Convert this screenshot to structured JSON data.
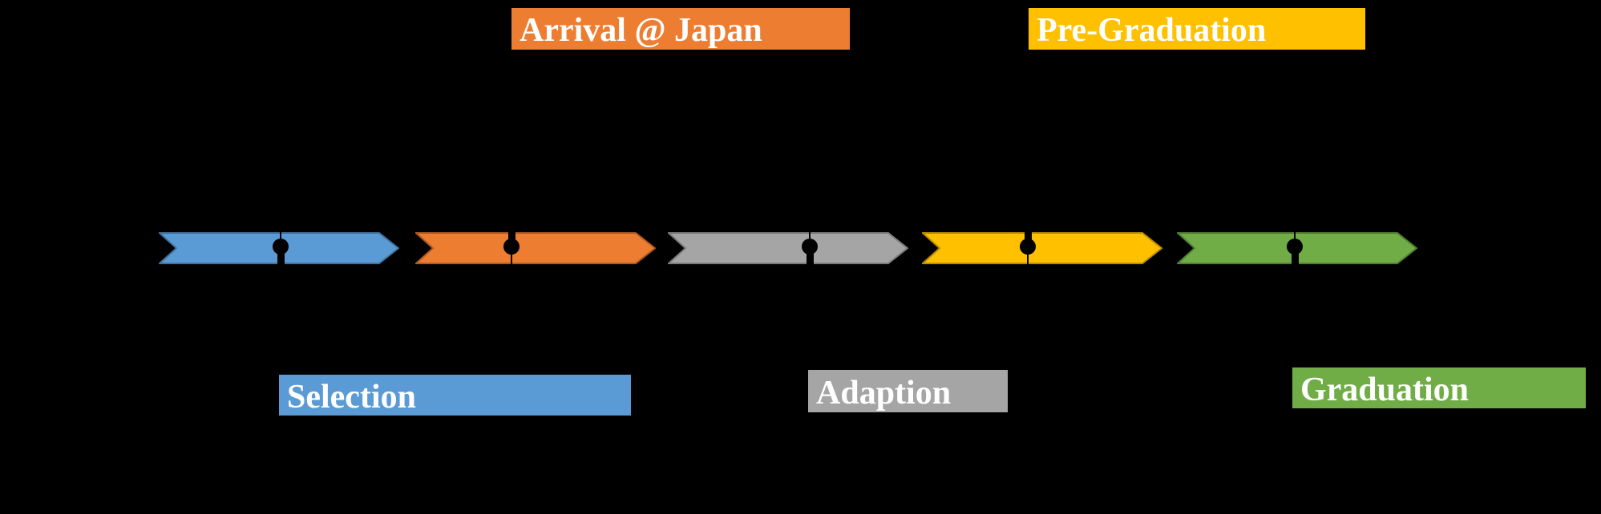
{
  "background_color": "#000000",
  "text_color": "#FFFFFF",
  "marker_color": "#000000",
  "timeline": {
    "milestones": [
      {
        "label": "Selection",
        "label_position": "below",
        "color": "#5B9BD5",
        "border_color": "#41719C"
      },
      {
        "label": "Arrival @ Japan",
        "label_position": "above",
        "color": "#ED7D31",
        "border_color": "#AE5A21"
      },
      {
        "label": "Adaption",
        "label_position": "below",
        "color": "#A5A5A5",
        "border_color": "#7B7B7B"
      },
      {
        "label": "Pre-Graduation",
        "label_position": "above",
        "color": "#FFC000",
        "border_color": "#BC8C00"
      },
      {
        "label": "Graduation",
        "label_position": "below",
        "color": "#70AD47",
        "border_color": "#507E32"
      }
    ]
  }
}
